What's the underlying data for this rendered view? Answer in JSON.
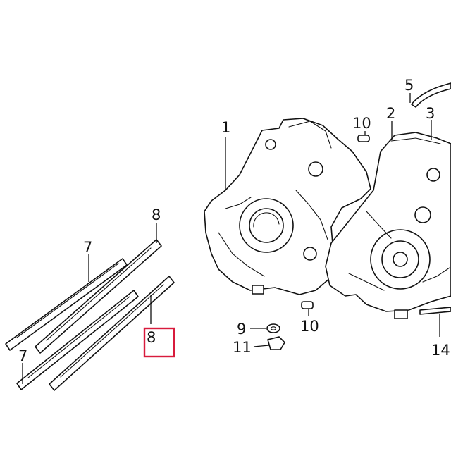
{
  "diagram": {
    "callouts": [
      {
        "id": "c1",
        "label": "1"
      },
      {
        "id": "c2",
        "label": "2"
      },
      {
        "id": "c3",
        "label": "3"
      },
      {
        "id": "c5",
        "label": "5"
      },
      {
        "id": "c7a",
        "label": "7"
      },
      {
        "id": "c7b",
        "label": "7"
      },
      {
        "id": "c8a",
        "label": "8"
      },
      {
        "id": "c8b",
        "label": "8"
      },
      {
        "id": "c9",
        "label": "9"
      },
      {
        "id": "c10a",
        "label": "10"
      },
      {
        "id": "c10b",
        "label": "10"
      },
      {
        "id": "c11",
        "label": "11"
      },
      {
        "id": "c14",
        "label": "14"
      }
    ],
    "highlighted_callout": "8",
    "highlight_color": "#d81b3c",
    "line_color": "#111111"
  }
}
